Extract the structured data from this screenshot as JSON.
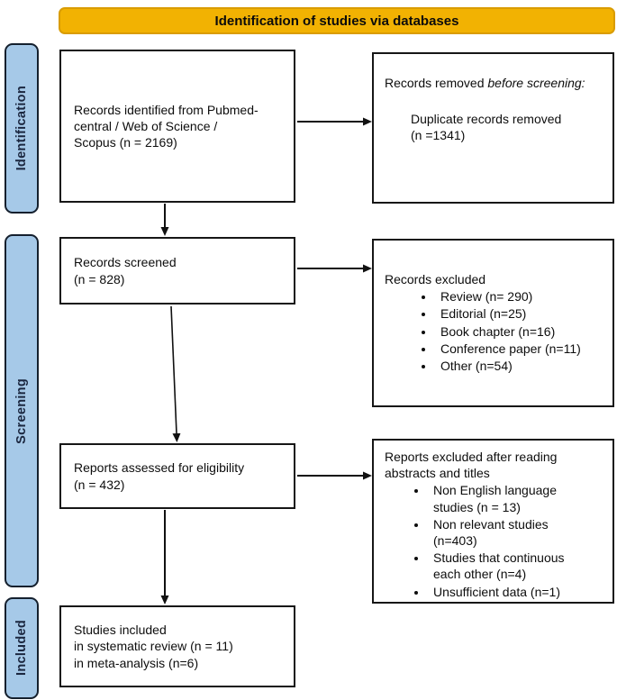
{
  "banner": {
    "label": "Identification of studies via databases"
  },
  "sidebar": {
    "identification": "Identification",
    "screening": "Screening",
    "included": "Included"
  },
  "boxes": {
    "records_identified": {
      "text": "Records identified from Pubmed-\ncentral / Web of Science /\nScopus  (n = 2169)"
    },
    "records_removed": {
      "prefix": "Records removed ",
      "italic": "before screening:",
      "item": "Duplicate records removed\n(n =1341)"
    },
    "records_screened": {
      "text": "Records screened\n(n = 828)"
    },
    "records_excluded": {
      "heading": "Records excluded",
      "items": [
        "Review (n= 290)",
        "Editorial (n=25)",
        "Book chapter (n=16)",
        "Conference paper (n=11)",
        "Other (n=54)"
      ]
    },
    "reports_assessed": {
      "text": "Reports assessed for eligibility\n(n = 432)"
    },
    "reports_excluded": {
      "heading": "Reports excluded after reading\nabstracts and titles",
      "items": [
        "Non English language\nstudies (n = 13)",
        "Non relevant studies\n(n=403)",
        "Studies that continuous\neach other (n=4)",
        "Unsufficient data (n=1)"
      ]
    },
    "studies_included": {
      "text": "Studies included\nin systematic review (n = 11)\nin meta-analysis (n=6)"
    }
  },
  "colors": {
    "banner_fill": "#F2B202",
    "banner_border": "#D99C00",
    "stage_fill": "#A6C9E8",
    "stage_border": "#15202E",
    "box_border": "#161616",
    "arrow": "#111111"
  }
}
